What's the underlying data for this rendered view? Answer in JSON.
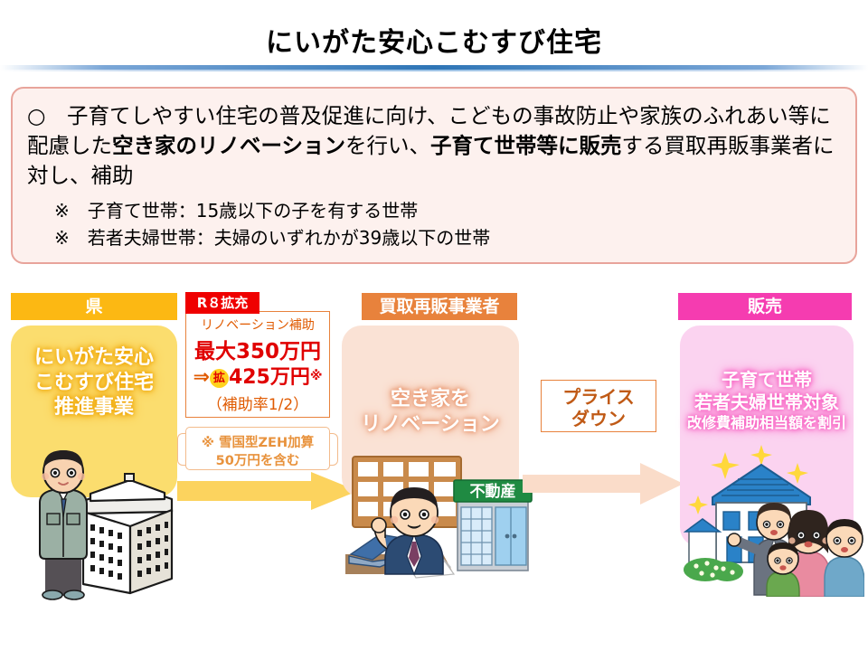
{
  "slide": {
    "title": "にいがた安心こむすび住宅"
  },
  "description": {
    "bullet_marker": "○",
    "line_part1": "　子育てしやすい住宅の普及促進に向け、こどもの事故防止や家族のふれあい等に配慮した",
    "bold1": "空き家のリノベーション",
    "line_part2": "を行い、",
    "bold2": "子育て世帯等に販売",
    "line_part3": "する買取再販事業者に対し、補助",
    "notes": [
      "※　子育て世帯：15歳以下の子を有する世帯",
      "※　若者夫婦世帯：夫婦のいずれかが39歳以下の世帯"
    ]
  },
  "flow": {
    "prefecture": {
      "header": "県",
      "panel_lines": [
        "にいがた安心",
        "こむすび住宅",
        "推進事業"
      ],
      "illustration": "prefecture-official-and-government-building"
    },
    "subsidy": {
      "badge": "R８拡充",
      "line1": "リノベーション補助",
      "line2": "最大350万円",
      "arrow_symbol": "⇒",
      "expand_mark": "拡",
      "line3_amount": "425万円",
      "line3_asterisk": "※",
      "line4": "（補助率1/2）",
      "note_line1": "※ 雪国型ZEH加算",
      "note_line2": "50万円を含む"
    },
    "buyer": {
      "header": "買取再販事業者",
      "panel_lines": [
        "空き家を",
        "リノベーション"
      ],
      "illustration": "real-estate-agent-at-desk-with-shop",
      "shop_sign": "不動産"
    },
    "pricedown": {
      "line1": "プライス",
      "line2": "ダウン"
    },
    "sale": {
      "header": "販売",
      "panel_lines": [
        "子育て世帯",
        "若者夫婦世帯対象"
      ],
      "panel_small_line": "改修費補助相当額を割引",
      "illustration": "family-viewing-renovated-house"
    },
    "arrows": [
      {
        "name": "subsidy-arrow",
        "color": "#fcd35e"
      },
      {
        "name": "sale-arrow",
        "color": "#fadcc9"
      }
    ]
  },
  "colors": {
    "prefecture_header": "#fcb813",
    "prefecture_panel": "#fbdd6e",
    "buyer_header": "#e8823c",
    "buyer_panel": "#fae2d5",
    "sale_header": "#f53cb0",
    "sale_panel": "#fbd3f0",
    "badge_red": "#ef0000",
    "amount_red": "#e00000",
    "desc_border": "#e8a49b",
    "desc_background": "#fdf1ee",
    "title_rule": "#2e75b6"
  }
}
